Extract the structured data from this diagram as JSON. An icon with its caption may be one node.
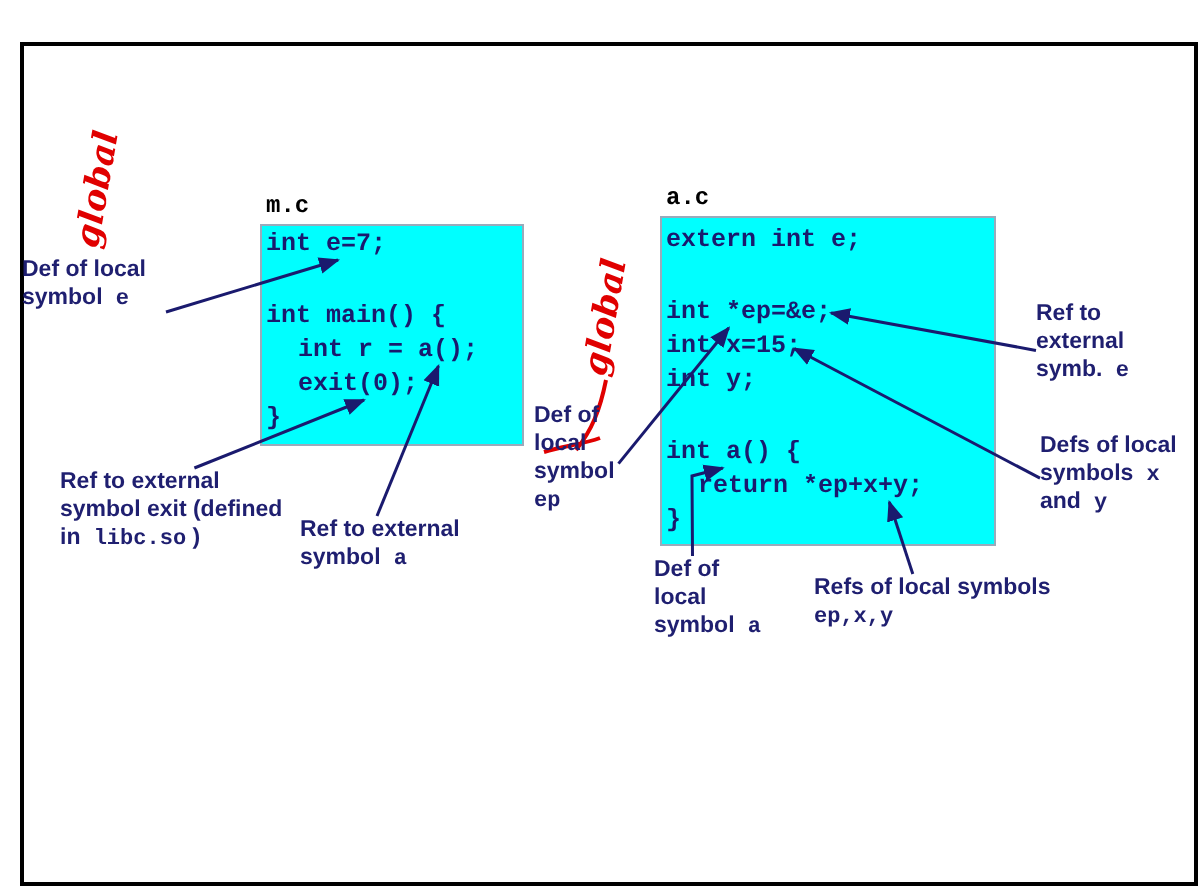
{
  "diagram": {
    "nodes": [
      {
        "text": [
          "m.c"
        ]
      },
      {
        "text": [
          "int e=7;"
        ],
        "in": 0
      },
      {
        "text": [
          "int main() {"
        ],
        "in": 0
      },
      {
        "text": [
          "int r = a();"
        ],
        "in": 0
      },
      {
        "text": [
          "exit(0);"
        ],
        "in": 0
      },
      {
        "text": [
          "}"
        ],
        "in": 0
      },
      {
        "text": [
          "a.c"
        ]
      },
      {
        "text": [
          "extern int e;"
        ],
        "in": 6
      },
      {
        "text": [
          "int *ep=&e;"
        ],
        "in": 6
      },
      {
        "text": [
          "int x=15;"
        ],
        "in": 6
      },
      {
        "text": [
          "int y;"
        ],
        "in": 6
      },
      {
        "text": [
          "int a() {"
        ],
        "in": 6
      },
      {
        "text": [
          "return *ep+x+y;"
        ],
        "in": 6
      },
      {
        "text": [
          "}"
        ],
        "in": 6
      },
      {
        "text": [
          "Def of local symbol",
          "e"
        ]
      },
      {
        "text": [
          "Ref to external symbol exit (defined in",
          "libc.so",
          ")"
        ]
      },
      {
        "text": [
          "Ref to external symbol",
          "a"
        ]
      },
      {
        "text": [
          "Def of local symbol",
          "ep"
        ]
      },
      {
        "text": [
          "Ref to external symb.",
          "e"
        ]
      },
      {
        "text": [
          "Defs of local symbols",
          "x",
          "and",
          "y"
        ]
      },
      {
        "text": [
          "Def of local symbol",
          "a"
        ]
      },
      {
        "text": [
          "Refs of local symbols",
          "ep,x,y"
        ]
      }
    ],
    "edges": [
      {
        "from": 14,
        "to": 1,
        "arrow": "to"
      },
      {
        "from": 15,
        "to": 4,
        "arrow": "to"
      },
      {
        "from": 16,
        "to": 3,
        "arrow": "to"
      },
      {
        "from": 17,
        "to": 8,
        "arrow": "to"
      },
      {
        "from": 18,
        "to": 8,
        "arrow": "to"
      },
      {
        "from": 19,
        "to": 9,
        "arrow": "to"
      },
      {
        "from": 20,
        "to": 11,
        "arrow": "to"
      },
      {
        "from": 21,
        "to": 12,
        "arrow": "to"
      }
    ],
    "labels": [
      "global",
      "global"
    ]
  }
}
